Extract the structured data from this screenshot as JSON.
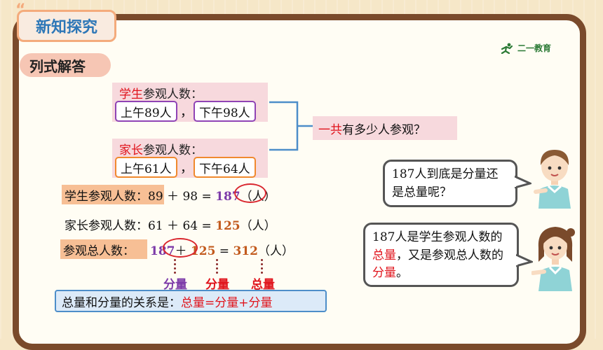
{
  "header": {
    "title": "新知探究",
    "section": "列式解答",
    "logo_text": "二一教育"
  },
  "groups": {
    "students": {
      "prefix": "学生",
      "suffix": "参观人数：",
      "morning": "上午89人",
      "afternoon": "下午98人"
    },
    "parents": {
      "prefix": "家长",
      "suffix": "参观人数：",
      "morning": "上午61人",
      "afternoon": "下午64人"
    },
    "comma": "，"
  },
  "question": {
    "prefix": "一共",
    "suffix": "有多少人参观？"
  },
  "equations": {
    "eq1": {
      "label": "学生参观人数",
      "colon": "：",
      "expr": "89 ＋ 98 = ",
      "result": "187",
      "unit": "（人）"
    },
    "eq2": {
      "label": "家长参观人数",
      "colon": "：",
      "expr": "61 ＋ 64 = ",
      "result": "125",
      "unit": "（人）"
    },
    "eq3": {
      "label": "参观总人数",
      "colon": "：",
      "a": "187",
      "plus": "＋ ",
      "b": "125",
      "eq": " = ",
      "result": "312",
      "unit": "（人）"
    }
  },
  "term_labels": {
    "first": "分量",
    "second": "分量",
    "third": "总量"
  },
  "relation": {
    "prefix": "总量和分量的关系是：",
    "formula": "总量=分量+分量"
  },
  "bubbles": {
    "boy": "187人到底是分量还是总量呢？",
    "girl_part1": "187人是学生参观人数的",
    "girl_total": "总量",
    "girl_part2": "，又是参观总人数的",
    "girl_part": "分量",
    "girl_end": "。"
  },
  "colors": {
    "board": "#7a4a2b",
    "accent_red": "#e0141c",
    "accent_purple": "#7c3aa8",
    "title_blue": "#2d77b7"
  }
}
